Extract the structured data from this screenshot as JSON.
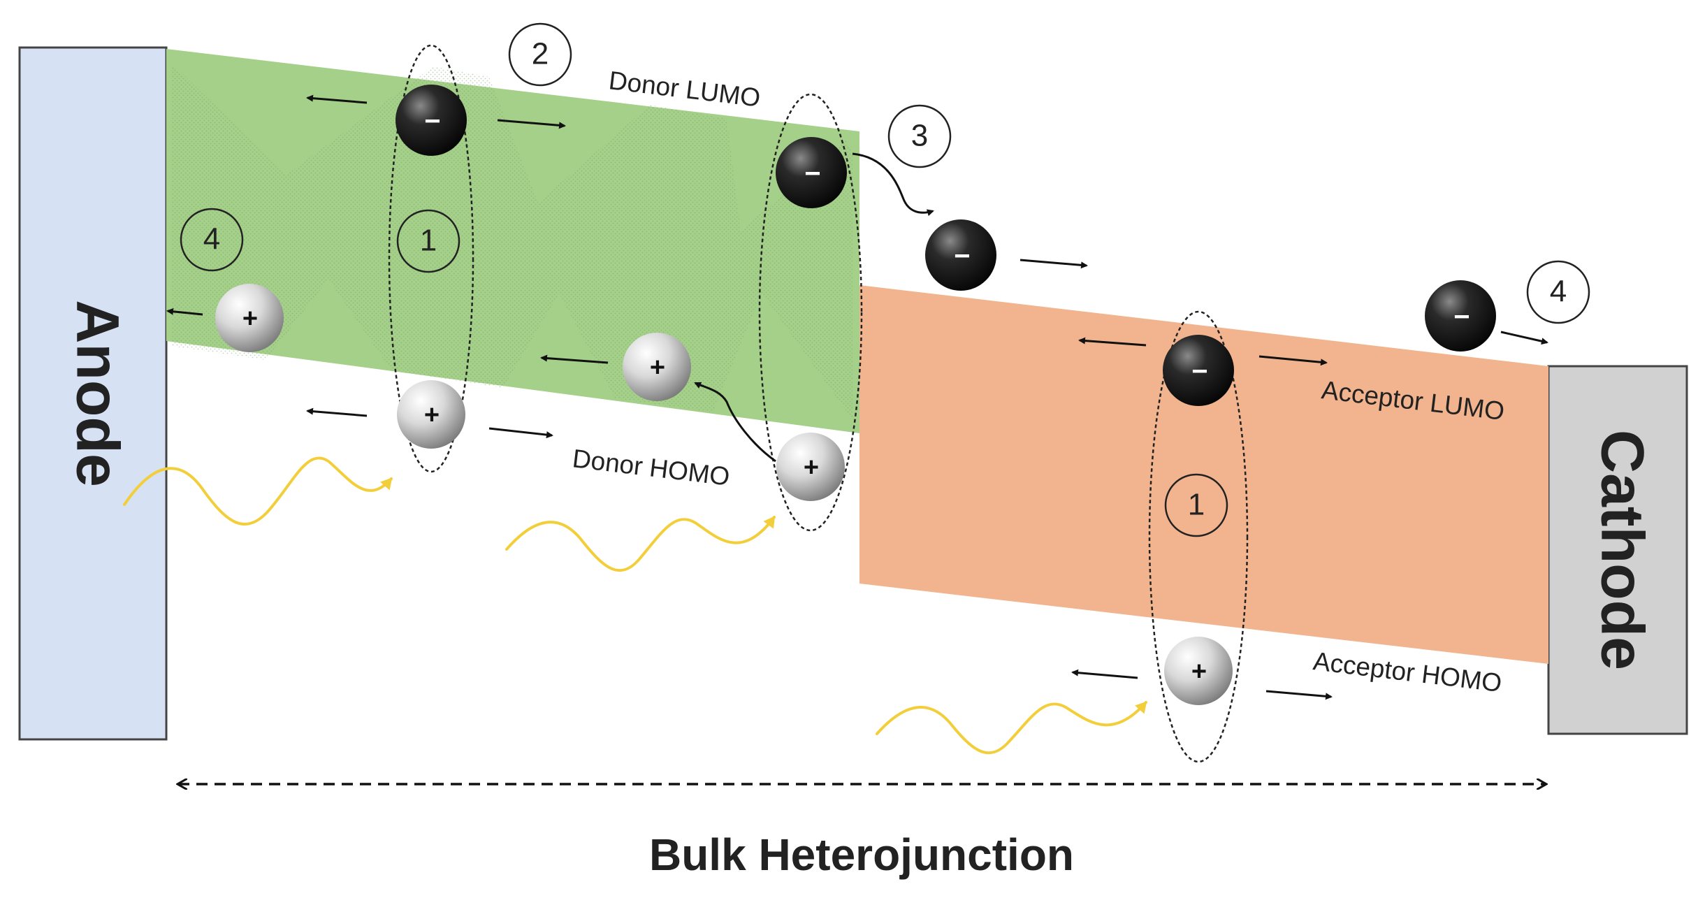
{
  "electrodes": {
    "anode": {
      "label": "Anode",
      "color": "#d6e1f3"
    },
    "cathode": {
      "label": "Cathode",
      "color": "#d1d1d1"
    }
  },
  "bands": {
    "donor": {
      "color": "#a4d08a"
    },
    "acceptor": {
      "color": "#f2b48e"
    }
  },
  "level_labels": {
    "donor_lumo": "Donor LUMO",
    "donor_homo": "Donor HOMO",
    "acceptor_lumo": "Acceptor LUMO",
    "acceptor_homo": "Acceptor HOMO"
  },
  "charges": {
    "electron_symbol": "−",
    "hole_symbol": "+"
  },
  "steps": {
    "exciton_donor": "1",
    "exciton_acceptor": "1",
    "diffusion": "2",
    "dissociation": "3",
    "collection_anode": "4",
    "collection_cathode": "4"
  },
  "footer": {
    "title": "Bulk Heterojunction"
  },
  "colors": {
    "photon": "#f2cf3a",
    "arrow": "#111111"
  }
}
